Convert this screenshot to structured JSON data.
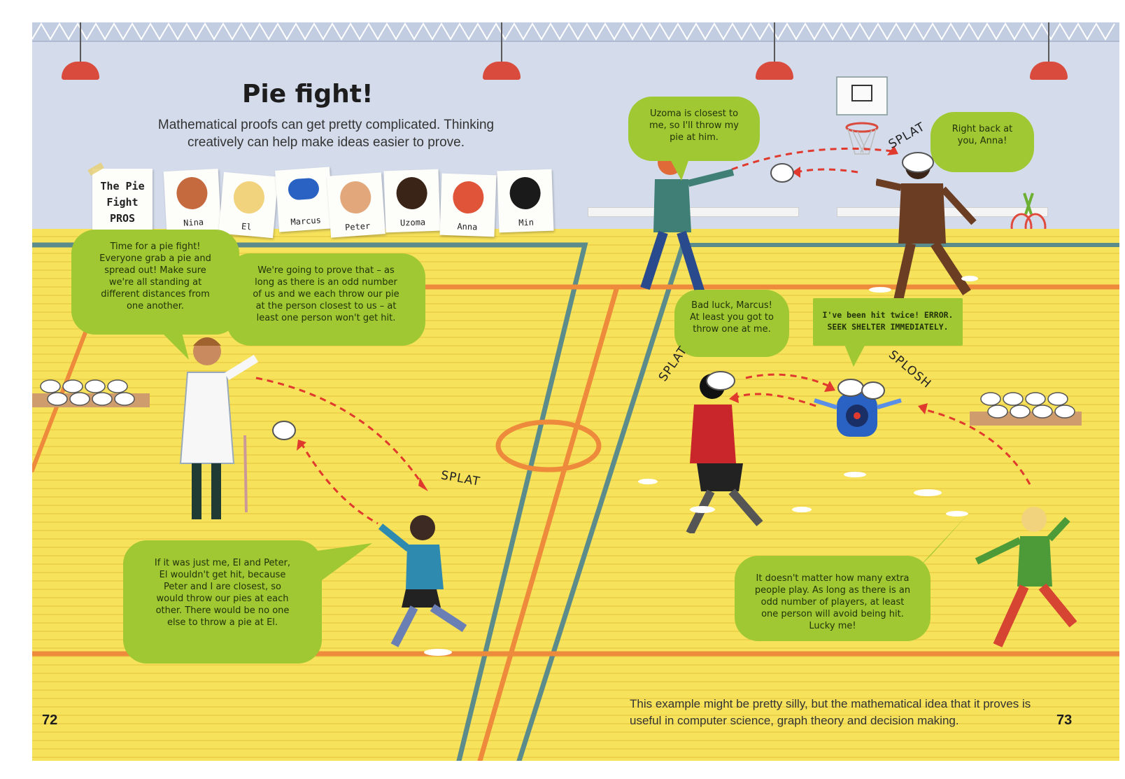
{
  "page": {
    "title": "Pie fight!",
    "intro": "Mathematical proofs can get pretty complicated. Thinking creatively can help make ideas easier to prove.",
    "footer": "This example might be pretty silly, but the mathematical idea that it proves is useful in computer science, graph theory and decision making.",
    "page_left": "72",
    "page_right": "73"
  },
  "pros": {
    "card_title": "The Pie Fight PROS",
    "members": [
      {
        "name": "Nina",
        "icon": "nina-portrait-icon"
      },
      {
        "name": "El",
        "icon": "el-portrait-icon"
      },
      {
        "name": "Marcus",
        "icon": "marcus-robot-portrait-icon"
      },
      {
        "name": "Peter",
        "icon": "peter-portrait-icon"
      },
      {
        "name": "Uzoma",
        "icon": "uzoma-portrait-icon"
      },
      {
        "name": "Anna",
        "icon": "anna-portrait-icon"
      },
      {
        "name": "Min",
        "icon": "min-portrait-icon"
      }
    ]
  },
  "speech": {
    "peter_start": "Time for a pie fight! Everyone grab a pie and spread out! Make sure we're all standing at different distances from one another.",
    "prove": "We're going to prove that – as long as there is an odd number of us and we each throw our pie at the person closest to us – at least one person won't get hit.",
    "three_players": "If it was just me, El and Peter, El wouldn't get hit, because Peter and I are closest, so would throw our pies at each other. There would be no one else to throw a pie at El.",
    "anna": "Uzoma is closest to me, so I'll throw my pie at him.",
    "uzoma": "Right back at you, Anna!",
    "min": "Bad luck, Marcus! At least you got to throw one at me.",
    "marcus": "I've been hit twice! ERROR. SEEK SHELTER IMMEDIATELY.",
    "el": "It doesn't matter how many extra people play. As long as there is an odd number of players, at least one person will avoid being hit. Lucky me!"
  },
  "sound_effects": {
    "splat_nina": "SPLAT",
    "splat_uzoma": "SPLAT",
    "splat_min": "SPLAT",
    "splosh_marcus": "SPLOSH"
  },
  "colors": {
    "bubble": "#9fc832",
    "floor": "#f7e25b",
    "wall": "#d4dcec",
    "court_orange": "#ee8a3b",
    "court_teal": "#5b8b8a",
    "arrow": "#e03a2e"
  }
}
